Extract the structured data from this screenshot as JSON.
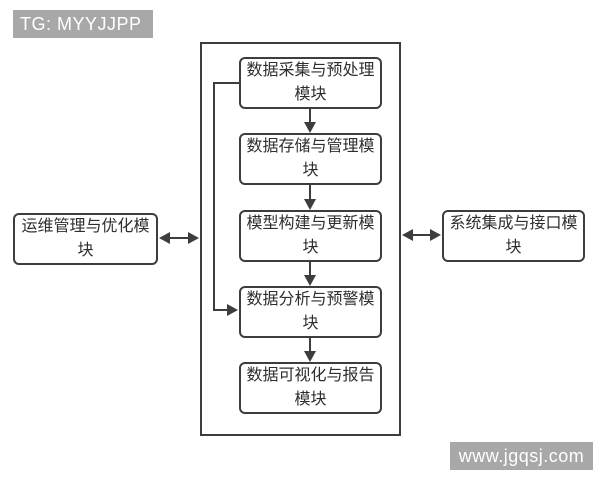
{
  "watermarks": {
    "telegram": "TG: MYYJJPP",
    "website": "www.jgqsj.com"
  },
  "diagram": {
    "center_modules": [
      {
        "label": "数据采集与预处理模块",
        "lines": [
          "数据采集与预处理",
          "模块"
        ]
      },
      {
        "label": "数据存储与管理模块",
        "lines": [
          "数据存储与管理模",
          "块"
        ]
      },
      {
        "label": "模型构建与更新模块",
        "lines": [
          "模型构建与更新模",
          "块"
        ]
      },
      {
        "label": "数据分析与预警模块",
        "lines": [
          "数据分析与预警模",
          "块"
        ]
      },
      {
        "label": "数据可视化与报告模块",
        "lines": [
          "数据可视化与报告",
          "模块"
        ]
      }
    ],
    "left_module": {
      "label": "运维管理与优化模块",
      "lines": [
        "运维管理与优化模",
        "块"
      ]
    },
    "right_module": {
      "label": "系统集成与接口模块",
      "lines": [
        "系统集成与接口模",
        "块"
      ]
    }
  },
  "colors": {
    "background": "#ffffff",
    "line": "#3d3d3d",
    "box_border": "#3d3d3d",
    "box_background": "#ffffff",
    "text": "#2e2e2e",
    "watermark_background": "#a8a8a8",
    "watermark_text": "#ffffff"
  }
}
